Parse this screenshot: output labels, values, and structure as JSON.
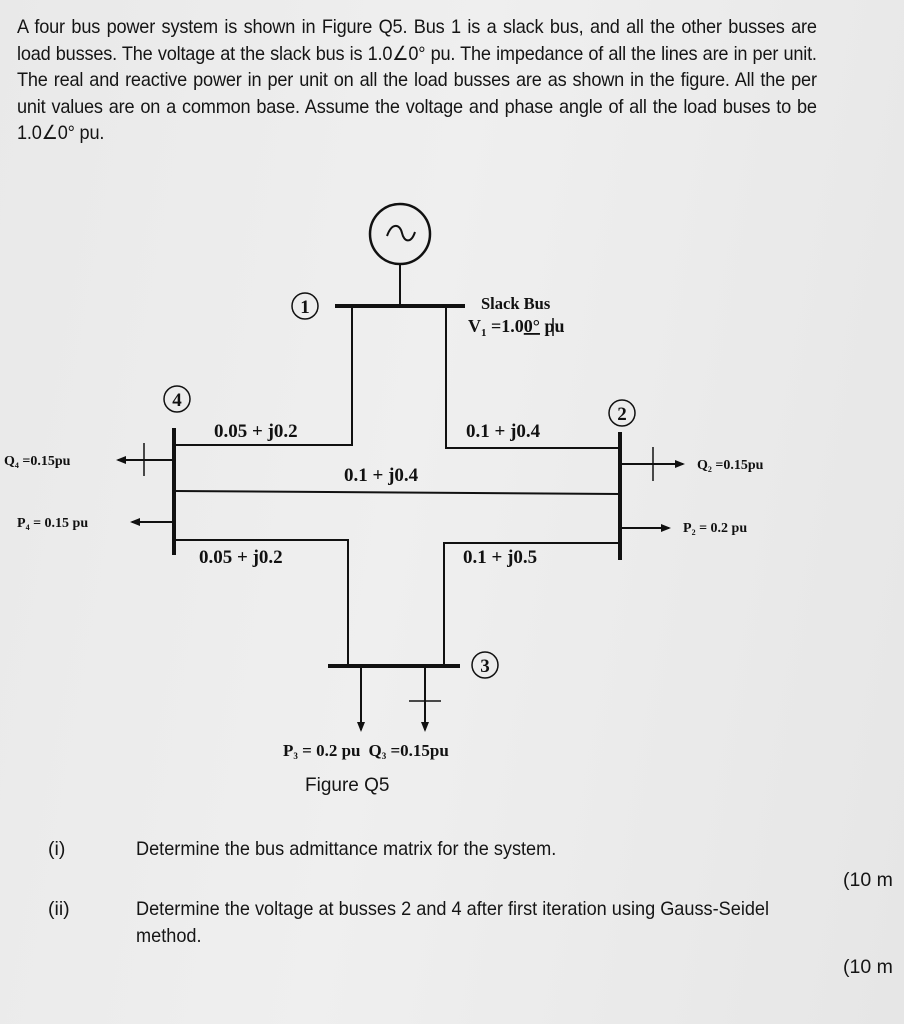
{
  "intro": {
    "text": "A four bus power system is shown in Figure Q5. Bus 1 is a slack bus, and all the other busses are load busses. The voltage at the slack bus is 1.0∠0° pu. The impedance of all the lines are in per unit. The real and reactive power in per unit on all the load busses are as shown in the figure. All the per unit values are on a common base. Assume the voltage and phase angle of all the load buses to be 1.0∠0° pu."
  },
  "figure": {
    "caption": "Figure Q5",
    "generator_symbol": "~",
    "buses": {
      "bus1": {
        "number": "1",
        "label": "Slack Bus",
        "voltage_label": "V₁ =1.0|0° pu",
        "v_name": "V",
        "v_sub": "1",
        "v_value": " =1.0",
        "v_angle": "0°",
        "v_unit": " pu"
      },
      "bus2": {
        "number": "2",
        "q_label": "Q",
        "q_sub": "2",
        "q_value": " =0.15pu",
        "p_label": "P",
        "p_sub": "2",
        "p_value": " = 0.2 pu"
      },
      "bus3": {
        "number": "3",
        "p_label": "P",
        "p_sub": "3",
        "p_value": " = 0.2 pu",
        "q_label": "Q",
        "q_sub": "3",
        "q_value": " =0.15pu"
      },
      "bus4": {
        "number": "4",
        "q_label": "Q",
        "q_sub": "4",
        "q_value": " =0.15pu",
        "p_label": "P",
        "p_sub": "4",
        "p_value": " = 0.15 pu"
      }
    },
    "lines": {
      "line_1_4": "0.05 + j0.2",
      "line_1_2": "0.1 + j0.4",
      "line_4_2": "0.1 + j0.4",
      "line_4_3": "0.05 + j0.2",
      "line_2_3": "0.1 + j0.5"
    }
  },
  "questions": [
    {
      "num": "(i)",
      "text": "Determine the bus admittance matrix for the system.",
      "marks": "(10 m"
    },
    {
      "num": "(ii)",
      "text": "Determine the voltage at busses 2 and 4 after first iteration using Gauss-Seidel method.",
      "marks": "(10 m"
    }
  ]
}
